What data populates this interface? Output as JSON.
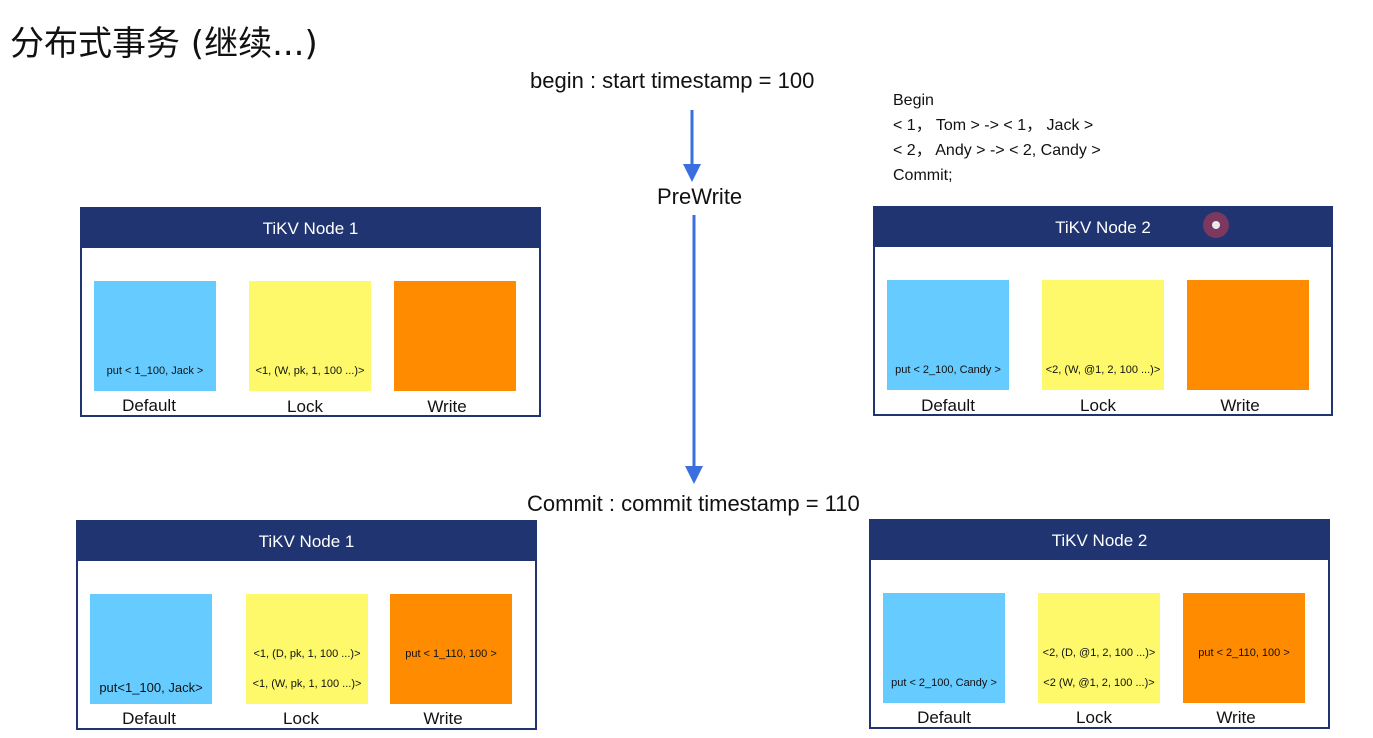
{
  "title": "分布式事务 (继续...)",
  "steps": {
    "begin": "begin : start timestamp = 100",
    "prewrite": "PreWrite",
    "commit": "Commit : commit timestamp = 110"
  },
  "transaction": {
    "lines": [
      "Begin",
      " < 1， Tom > -> < 1， Jack >",
      "< 2， Andy > -> < 2, Candy >",
      "Commit;"
    ]
  },
  "prewrite_nodes": [
    {
      "name": "TiKV Node 1",
      "default": {
        "label": "Default",
        "entries": [
          "put < 1_100, Jack >"
        ]
      },
      "lock": {
        "label": "Lock",
        "entries": [
          "<1, (W, pk, 1, 100 ...)>"
        ]
      },
      "write": {
        "label": "Write",
        "entries": []
      }
    },
    {
      "name": "TiKV Node 2",
      "default": {
        "label": "Default",
        "entries": [
          "put < 2_100, Candy >"
        ]
      },
      "lock": {
        "label": "Lock",
        "entries": [
          "<2, (W, @1, 2, 100 ...)>"
        ]
      },
      "write": {
        "label": "Write",
        "entries": []
      }
    }
  ],
  "commit_nodes": [
    {
      "name": "TiKV Node 1",
      "default": {
        "label": "Default",
        "entries": [
          "put<1_100, Jack>"
        ]
      },
      "lock": {
        "label": "Lock",
        "entries": [
          "<1, (D, pk, 1, 100 ...)>",
          "<1, (W, pk, 1, 100 ...)>"
        ]
      },
      "write": {
        "label": "Write",
        "entries": [
          "put < 1_110, 100 >"
        ]
      }
    },
    {
      "name": "TiKV Node 2",
      "default": {
        "label": "Default",
        "entries": [
          "put < 2_100, Candy >"
        ]
      },
      "lock": {
        "label": "Lock",
        "entries": [
          "<2, (D, @1, 2, 100 ...)>",
          "<2 (W, @1, 2, 100 ...)>"
        ]
      },
      "write": {
        "label": "Write",
        "entries": [
          "put < 2_110, 100 >"
        ]
      }
    }
  ],
  "colors": {
    "header": "#1f3470",
    "default_cf": "#66ccff",
    "lock_cf": "#fdf96a",
    "write_cf": "#ff8c00",
    "arrow": "#3b6fe0"
  }
}
